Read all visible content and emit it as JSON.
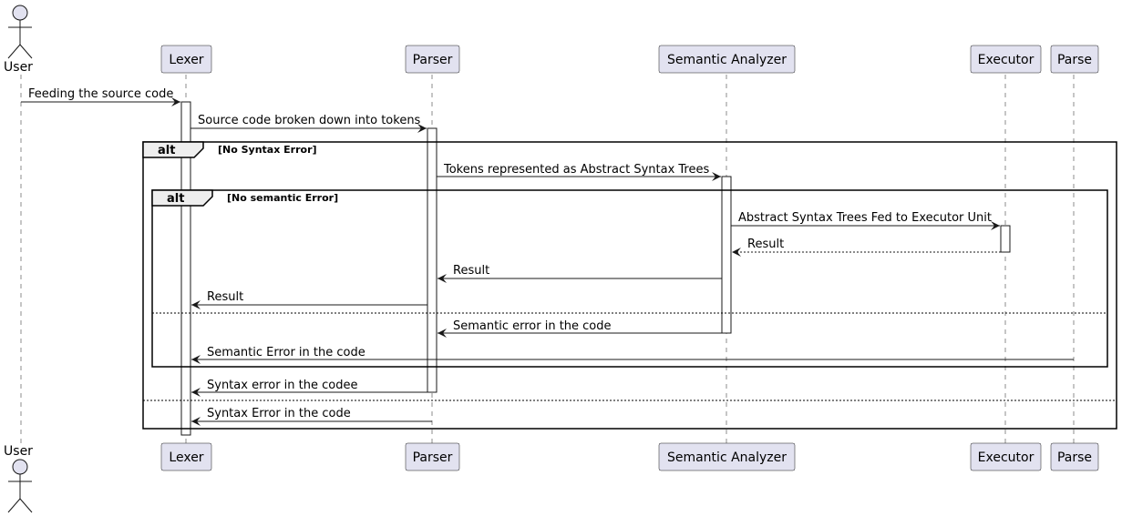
{
  "colors": {
    "participant_fill": "#E2E2F0",
    "participant_border": "#181818",
    "background": "#FFFFFF",
    "lifeline": "#181818",
    "activation_fill": "#FFFFFF"
  },
  "actor": {
    "label": "User",
    "icon": "stick-figure-icon"
  },
  "participants": [
    {
      "id": "lexer",
      "label": "Lexer"
    },
    {
      "id": "parser",
      "label": "Parser"
    },
    {
      "id": "semantic",
      "label": "Semantic Analyzer"
    },
    {
      "id": "executor",
      "label": "Executor"
    },
    {
      "id": "parse",
      "label": "Parse"
    }
  ],
  "messages": [
    {
      "from": "user",
      "to": "lexer",
      "label": "Feeding the source code",
      "style": "solid"
    },
    {
      "from": "lexer",
      "to": "parser",
      "label": "Source code broken down into tokens",
      "style": "solid"
    },
    {
      "from": "parser",
      "to": "semantic",
      "label": "Tokens represented as Abstract Syntax Trees",
      "style": "solid"
    },
    {
      "from": "semantic",
      "to": "executor",
      "label": "Abstract Syntax Trees Fed to Executor Unit",
      "style": "solid"
    },
    {
      "from": "executor",
      "to": "semantic",
      "label": "Result",
      "style": "dashed"
    },
    {
      "from": "semantic",
      "to": "parser",
      "label": "Result",
      "style": "solid"
    },
    {
      "from": "parser",
      "to": "lexer",
      "label": "Result",
      "style": "solid"
    },
    {
      "from": "semantic",
      "to": "parser",
      "label": "Semantic error in the code",
      "style": "solid"
    },
    {
      "from": "parse",
      "to": "lexer",
      "label": "Semantic Error in the code",
      "style": "solid"
    },
    {
      "from": "parser",
      "to": "lexer",
      "label": "Syntax error in the codee",
      "style": "solid"
    },
    {
      "from": "parser",
      "to": "lexer",
      "label": "Syntax Error in the code",
      "style": "solid"
    }
  ],
  "fragments": [
    {
      "keyword": "alt",
      "guard": "[No Syntax Error]"
    },
    {
      "keyword": "alt",
      "guard": "[No semantic Error]"
    }
  ]
}
